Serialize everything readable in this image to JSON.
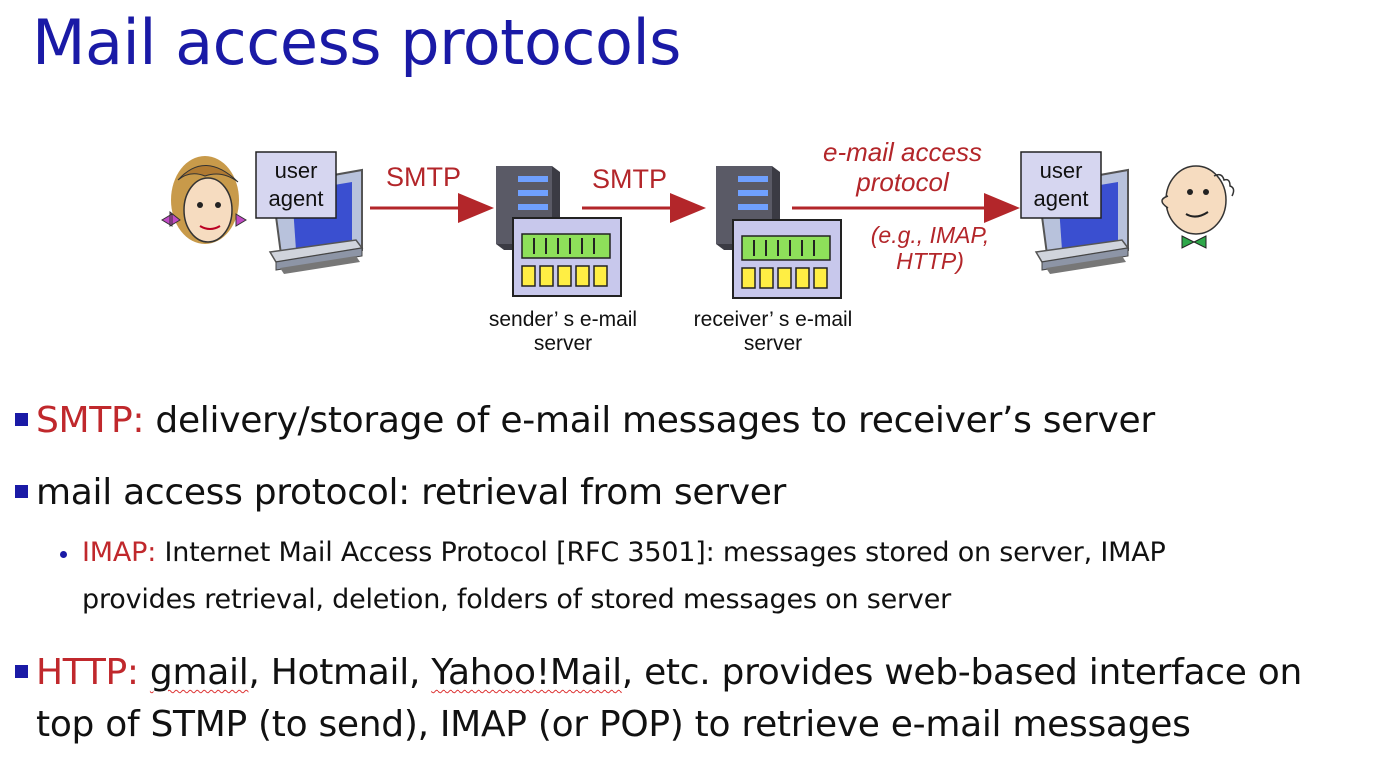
{
  "slide": {
    "title": "Mail access protocols"
  },
  "diagram": {
    "user_agent_left": "user agent",
    "user_agent_left_l1": "user",
    "user_agent_left_l2": "agent",
    "user_agent_right_l1": "user",
    "user_agent_right_l2": "agent",
    "smtp_1": "SMTP",
    "smtp_2": "SMTP",
    "access_protocol_l1": "e-mail access",
    "access_protocol_l2": "protocol",
    "example_l1": "(e.g., IMAP,",
    "example_l2": "HTTP)",
    "sender_server_l1": "sender’ s e-mail",
    "sender_server_l2": "server",
    "receiver_server_l1": "receiver’ s e-mail",
    "receiver_server_l2": "server",
    "colors": {
      "arrow": "#b3262a",
      "title": "#1a1aa6",
      "keyword": "#c0282c"
    }
  },
  "bullets": {
    "b1_kw": "SMTP:",
    "b1_text": " delivery/storage of e-mail messages to receiver’s server",
    "b2_text": "mail access protocol: retrieval from server",
    "b2a_kw": "IMAP:",
    "b2a_text_l1": " Internet Mail Access Protocol [RFC 3501]: messages stored on server, IMAP",
    "b2a_text_l2": "provides retrieval, deletion, folders of stored messages on server",
    "b3_kw": "HTTP:",
    "b3_w1": "gmail",
    "b3_t1": ", Hotmail, ",
    "b3_w2": "Yahoo!Mail",
    "b3_t2": ", etc. provides web-based interface on",
    "b3_l2": "top of STMP (to send), IMAP (or POP) to retrieve e-mail messages"
  }
}
